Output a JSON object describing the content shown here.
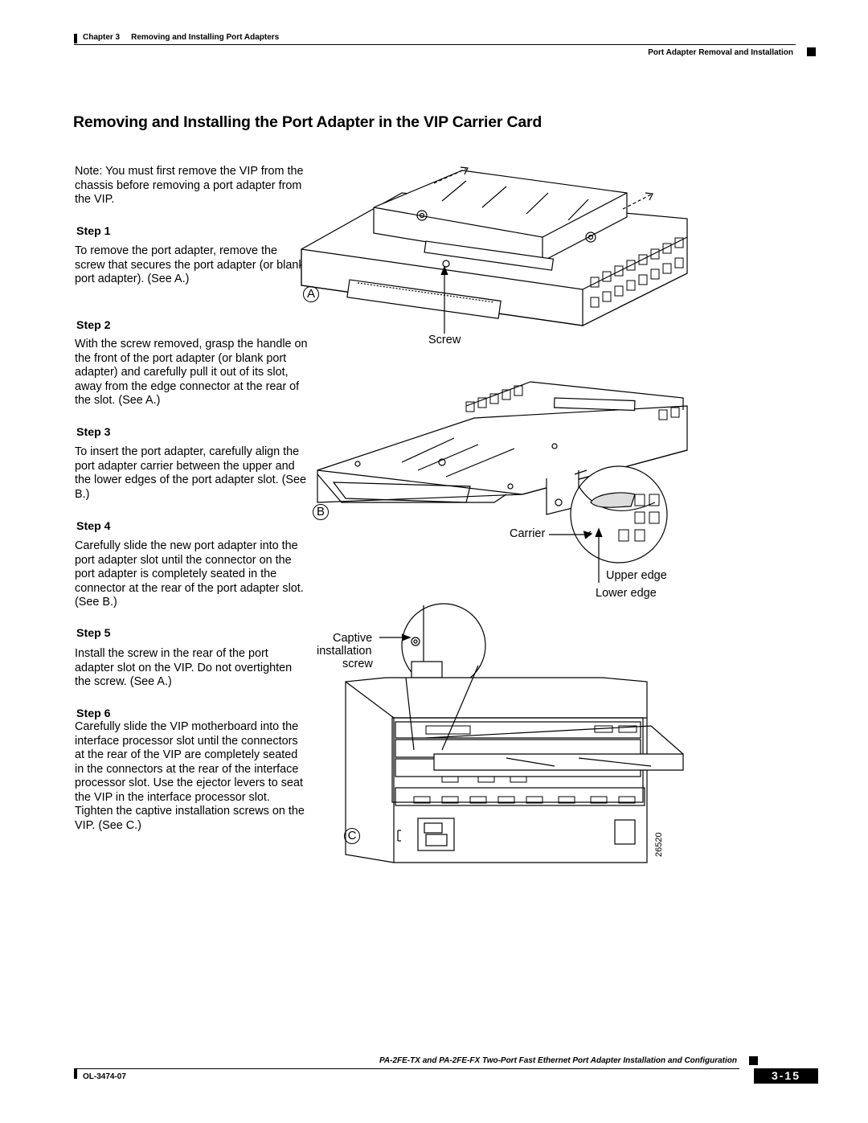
{
  "header": {
    "chapter": "Chapter 3",
    "chapter_title": "Removing and Installing Port Adapters",
    "section": "Port Adapter Removal and Installation"
  },
  "title": "Removing and Installing the Port Adapter in the VIP Carrier Card",
  "note": "Note: You must first remove the VIP from the chassis before removing a port adapter from the VIP.",
  "steps": [
    {
      "label": "Step 1",
      "text": "To remove the port adapter, remove the screw that secures the port adapter (or blank port adapter). (See A.)"
    },
    {
      "label": "Step 2",
      "text": "With the screw removed, grasp the handle on the front of the port adapter (or blank port adapter) and carefully pull it out of its slot, away from the edge connector at the rear of the slot. (See A.)"
    },
    {
      "label": "Step 3",
      "text": "To insert the port adapter, carefully align the port adapter carrier between the upper and the lower edges of the port adapter slot. (See B.)"
    },
    {
      "label": "Step 4",
      "text": "Carefully slide the new port adapter into the port adapter slot until the connector on the port adapter is completely seated in the connector at the rear of the port adapter slot. (See B.)"
    },
    {
      "label": "Step 5",
      "text": "Install the screw in the rear of the port adapter slot on the VIP. Do not overtighten the screw. (See A.)"
    },
    {
      "label": "Step 6",
      "text": "Carefully slide the VIP motherboard into the interface processor slot until the connectors at the rear of the VIP are completely seated in the connectors at the rear of the interface processor slot. Use the ejector levers to seat the VIP in the interface processor slot. Tighten the captive installation screws on the VIP. (See C.)"
    }
  ],
  "figure": {
    "label_a": "A",
    "label_b": "B",
    "label_c": "C",
    "screw": "Screw",
    "carrier": "Carrier",
    "upper_edge": "Upper edge",
    "lower_edge": "Lower edge",
    "captive_1": "Captive",
    "captive_2": "installation",
    "captive_3": "screw",
    "figure_id": "26520"
  },
  "footer": {
    "doc_title": "PA-2FE-TX and PA-2FE-FX Two-Port Fast Ethernet Port Adapter Installation and Configuration",
    "doc_number": "OL-3474-07",
    "page": "3-15"
  }
}
